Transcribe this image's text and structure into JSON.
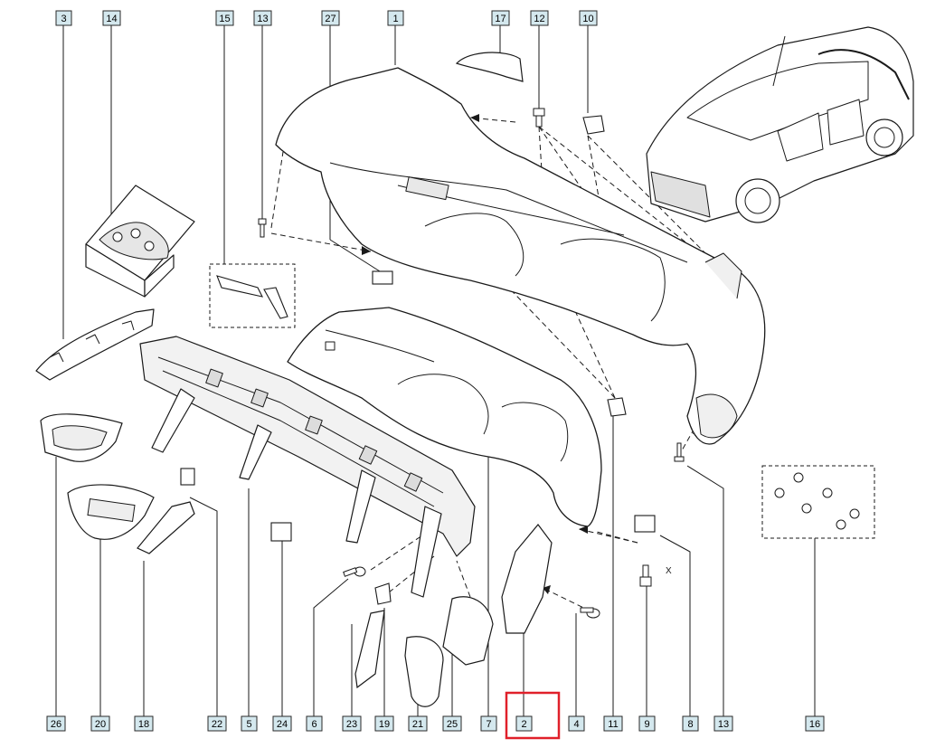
{
  "diagram": {
    "top_callouts": [
      "3",
      "14",
      "15",
      "13",
      "27",
      "1",
      "17",
      "12",
      "10"
    ],
    "bottom_callouts": [
      "26",
      "20",
      "18",
      "22",
      "5",
      "24",
      "6",
      "23",
      "19",
      "21",
      "25",
      "7",
      "2",
      "4",
      "11",
      "9",
      "8",
      "13",
      "16"
    ],
    "highlighted_callout": "2",
    "axis_mark": "X",
    "colors": {
      "line": "#1a1a1a",
      "callout_fill": "#d4e8ee",
      "callout_border": "#2a2a2a",
      "highlight": "#e0202a",
      "part_fill": "#ffffff",
      "shade": "#d8d8d8"
    }
  }
}
